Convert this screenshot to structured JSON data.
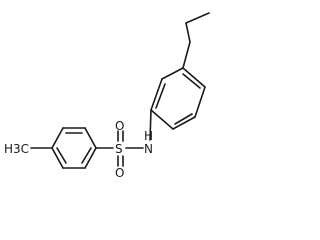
{
  "molecule": {
    "atoms": {
      "methyl": "H3C",
      "oxygen_upper": "O",
      "sulfur": "S",
      "oxygen_lower": "O",
      "amine_nitrogen": "N",
      "amine_hydrogen": "H"
    }
  }
}
